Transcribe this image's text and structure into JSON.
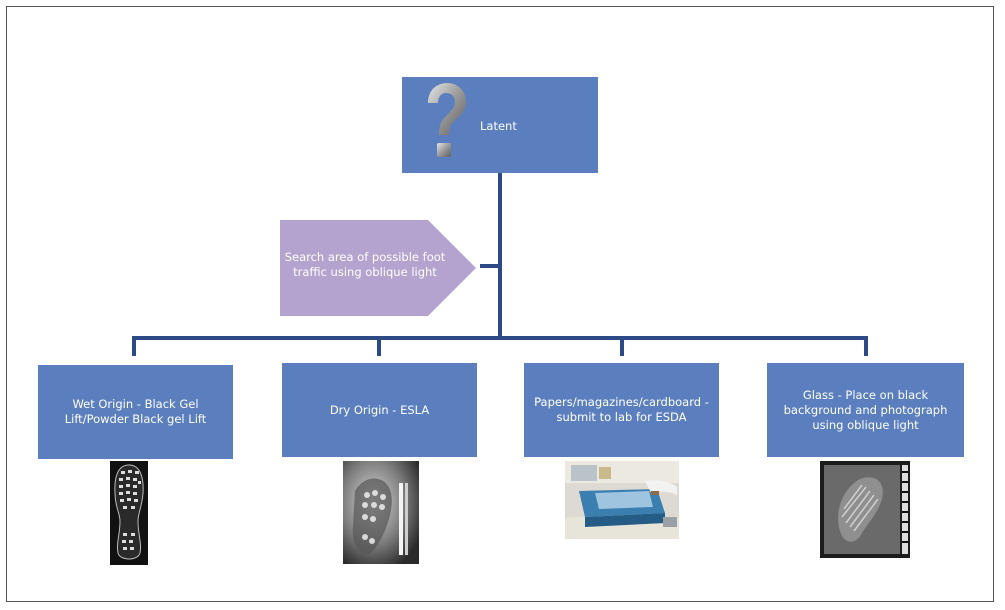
{
  "root": {
    "label": "Latent"
  },
  "callout": {
    "text": "Search  area  of possible foot traffic using oblique light"
  },
  "children": [
    {
      "label": "Wet Origin - Black Gel Lift/Powder  Black gel Lift",
      "image_name": "black-gel-lift-shoeprint"
    },
    {
      "label": "Dry Origin  - ESLA",
      "image_name": "esla-lift-photo"
    },
    {
      "label": "Papers/magazines/cardboard   - submit to lab for ESDA",
      "image_name": "esda-machine-photo"
    },
    {
      "label": "Glass - Place on black background and photograph using oblique light",
      "image_name": "glass-shoeprint-photo"
    }
  ],
  "colors": {
    "box": "#5b7fbe",
    "connector": "#2c4a86",
    "callout": "#b5a3cf",
    "text": "#ffffff"
  }
}
